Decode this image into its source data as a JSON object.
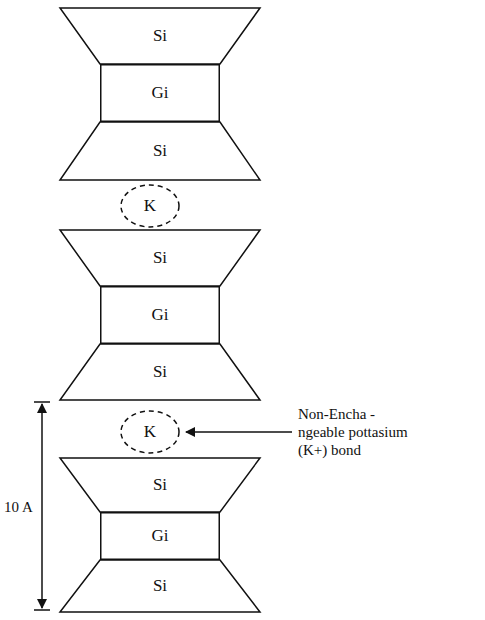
{
  "diagram": {
    "nodes": [
      {
        "text": [
          "Si"
        ]
      },
      {
        "text": [
          "Gi"
        ]
      },
      {
        "text": [
          "Si"
        ]
      },
      {
        "text": [
          "K"
        ]
      },
      {
        "text": [
          "Si"
        ]
      },
      {
        "text": [
          "Gi"
        ]
      },
      {
        "text": [
          "Si"
        ]
      },
      {
        "text": [
          "K"
        ]
      },
      {
        "text": [
          "Si"
        ]
      },
      {
        "text": [
          "Gi"
        ]
      },
      {
        "text": [
          "Si"
        ]
      }
    ],
    "labels": [
      "10 A",
      "Non-Encha -ngeable pottasium (K+) bond"
    ]
  }
}
